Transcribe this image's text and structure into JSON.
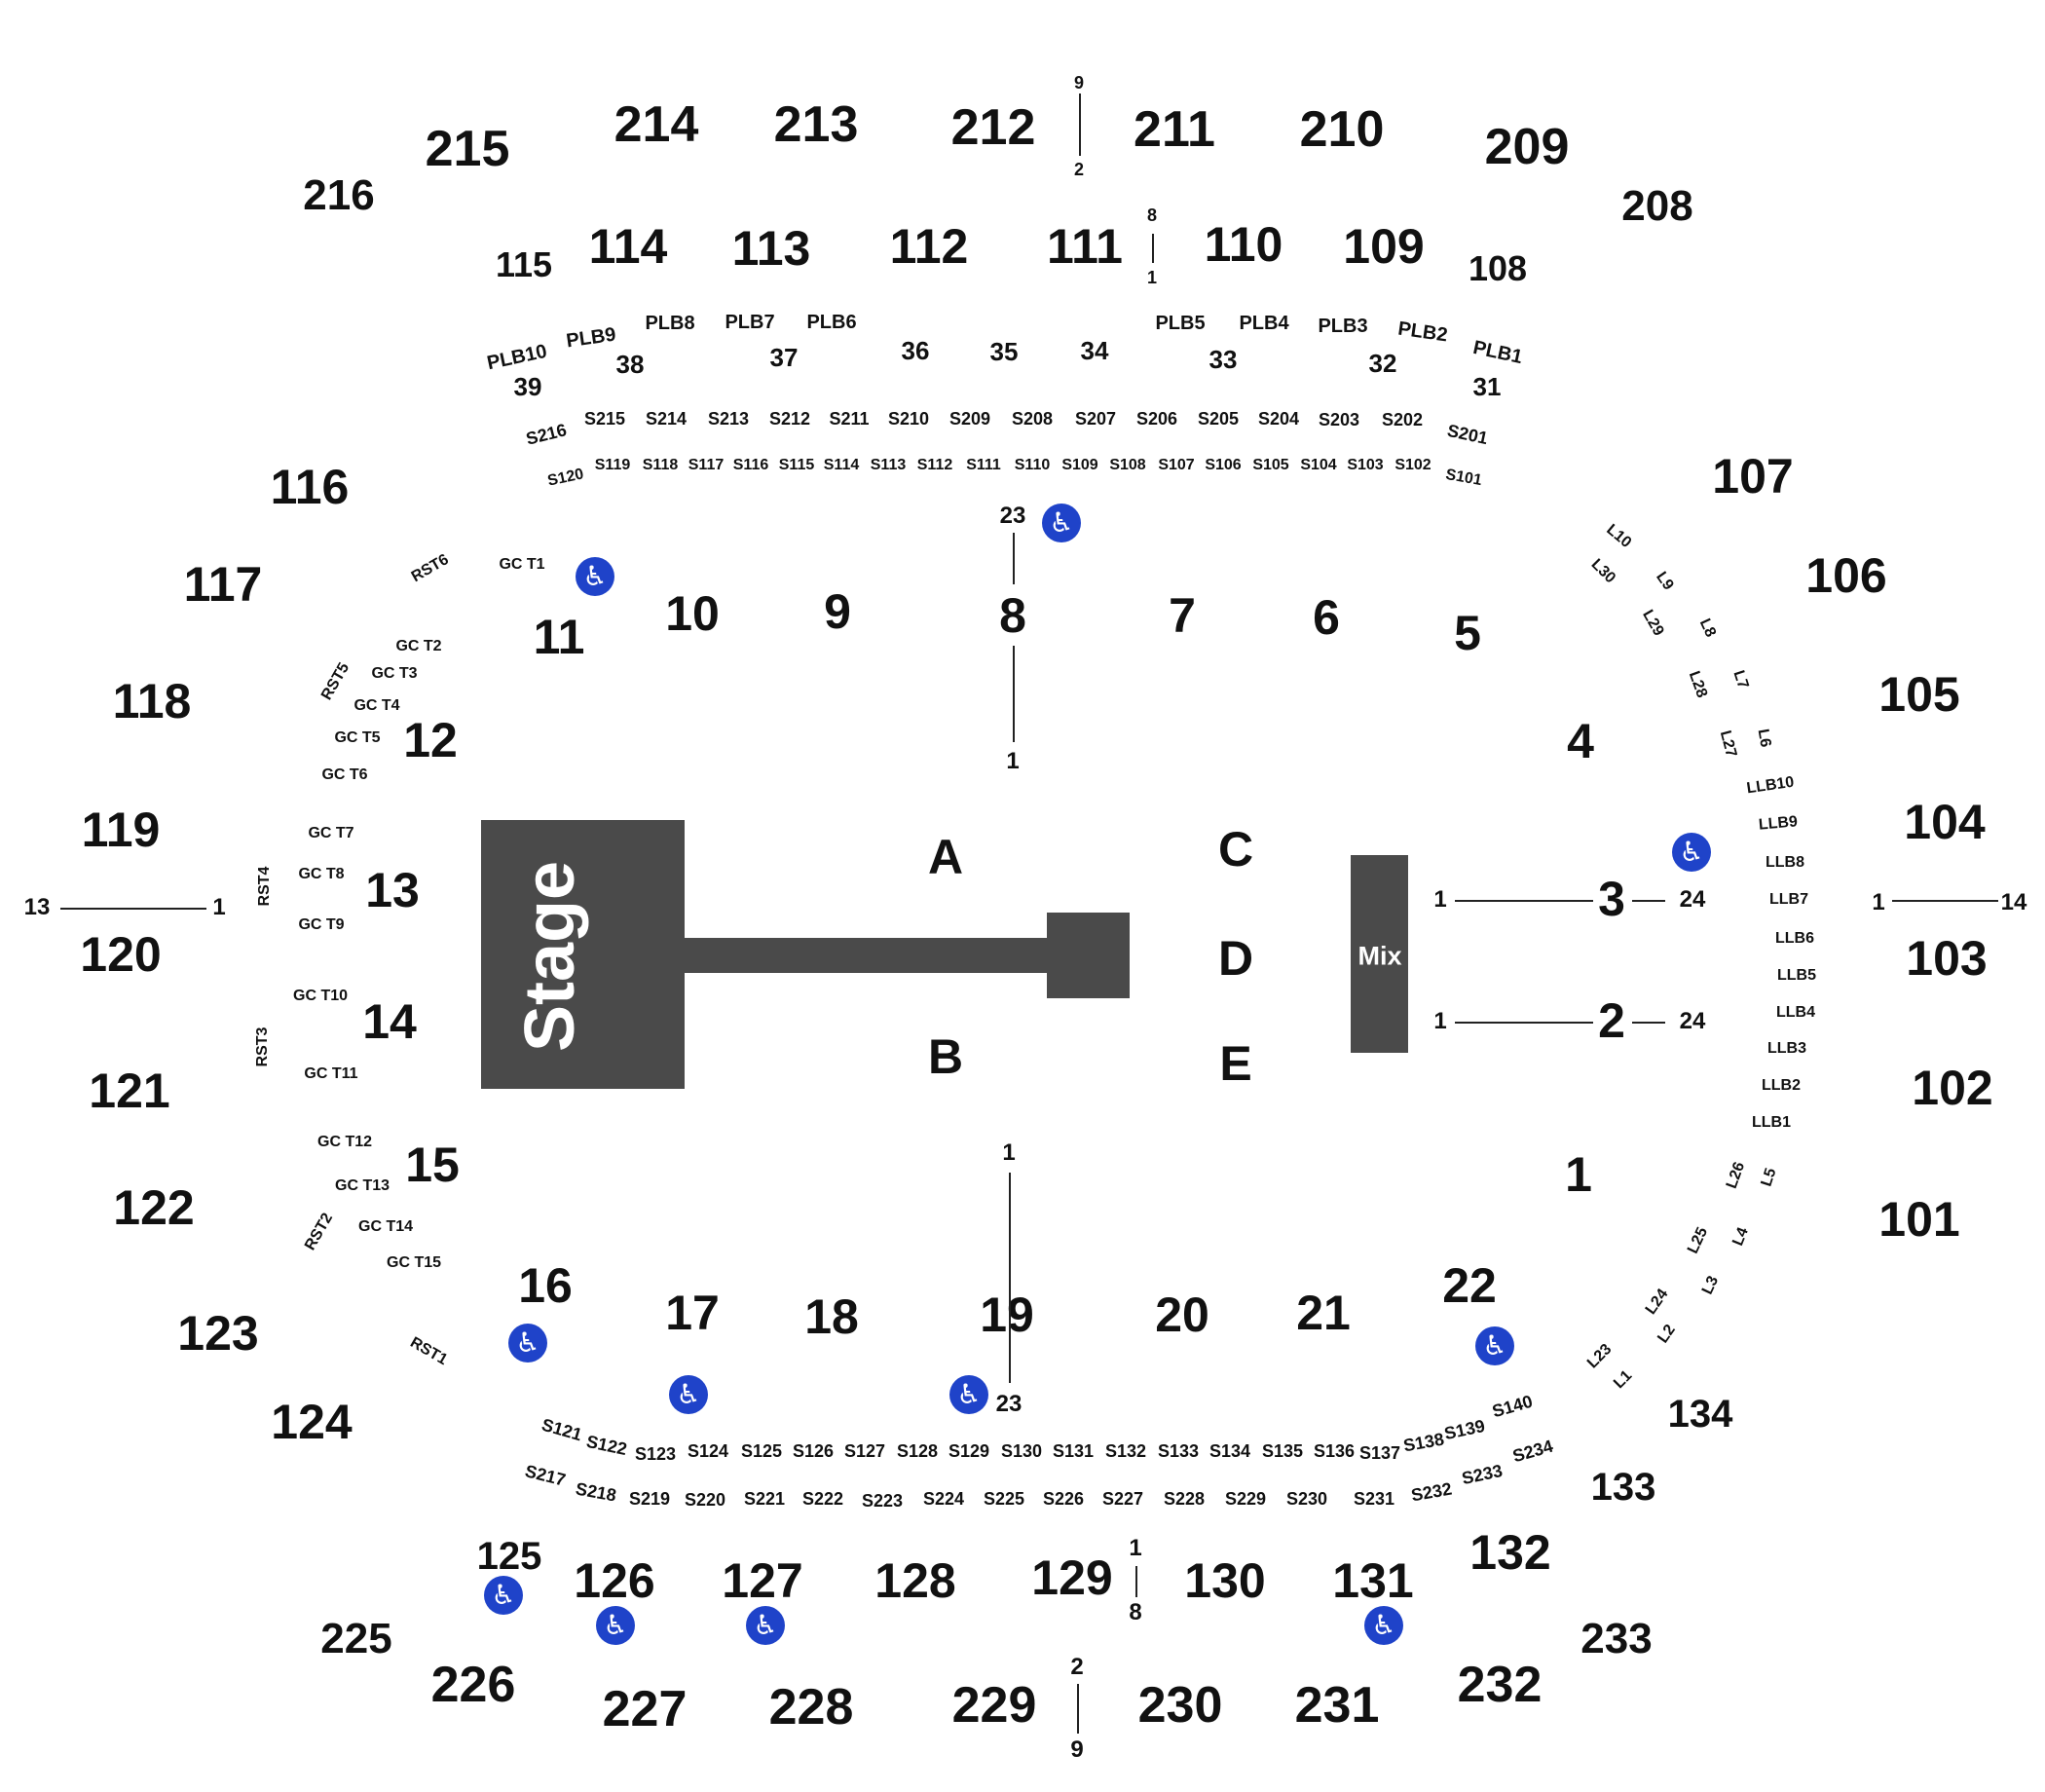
{
  "floor": {
    "stage_label": "Stage",
    "mix_label": "Mix",
    "sections": [
      "A",
      "B",
      "C",
      "D",
      "E"
    ]
  },
  "sections_200": [
    "216",
    "215",
    "214",
    "213",
    "212",
    "211",
    "210",
    "209",
    "208",
    "225",
    "226",
    "227",
    "228",
    "229",
    "230",
    "231",
    "232",
    "233"
  ],
  "sections_100": [
    "115",
    "114",
    "113",
    "112",
    "111",
    "110",
    "109",
    "108",
    "116",
    "117",
    "118",
    "119",
    "120",
    "121",
    "122",
    "123",
    "124",
    "107",
    "106",
    "105",
    "104",
    "103",
    "102",
    "101",
    "125",
    "126",
    "127",
    "128",
    "129",
    "130",
    "131",
    "132",
    "133",
    "134"
  ],
  "plb": [
    "PLB10",
    "PLB9",
    "PLB8",
    "PLB7",
    "PLB6",
    "PLB5",
    "PLB4",
    "PLB3",
    "PLB2",
    "PLB1"
  ],
  "top_box_numbers": [
    "39",
    "38",
    "37",
    "36",
    "35",
    "34",
    "33",
    "32",
    "31"
  ],
  "suites_top_row1": [
    "S216",
    "S215",
    "S214",
    "S213",
    "S212",
    "S211",
    "S210",
    "S209",
    "S208",
    "S207",
    "S206",
    "S205",
    "S204",
    "S203",
    "S202",
    "S201"
  ],
  "suites_top_row2": [
    "S120",
    "S119",
    "S118",
    "S117",
    "S116",
    "S115",
    "S114",
    "S113",
    "S112",
    "S111",
    "S110",
    "S109",
    "S108",
    "S107",
    "S106",
    "S105",
    "S104",
    "S103",
    "S102",
    "S101"
  ],
  "suites_bottom_row1": [
    "S121",
    "S122",
    "S123",
    "S124",
    "S125",
    "S126",
    "S127",
    "S128",
    "S129",
    "S130",
    "S131",
    "S132",
    "S133",
    "S134",
    "S135",
    "S136",
    "S137",
    "S138",
    "S139",
    "S140"
  ],
  "suites_bottom_row2": [
    "S217",
    "S218",
    "S219",
    "S220",
    "S221",
    "S222",
    "S223",
    "S224",
    "S225",
    "S226",
    "S227",
    "S228",
    "S229",
    "S230",
    "S231",
    "S232",
    "S233",
    "S234"
  ],
  "floor_sections": [
    "11",
    "10",
    "9",
    "8",
    "7",
    "6",
    "5",
    "4",
    "12",
    "13",
    "14",
    "15",
    "16",
    "17",
    "18",
    "19",
    "20",
    "21",
    "22",
    "1",
    "3",
    "2"
  ],
  "left_boxes": [
    "RST6",
    "RST5",
    "RST4",
    "RST3",
    "RST2",
    "RST1",
    "GC T1",
    "GC T2",
    "GC T3",
    "GC T4",
    "GC T5",
    "GC T6",
    "GC T7",
    "GC T8",
    "GC T9",
    "GC T10",
    "GC T11",
    "GC T12",
    "GC T13",
    "GC T14",
    "GC T15"
  ],
  "right_boxes": [
    "L10",
    "L30",
    "L9",
    "L29",
    "L8",
    "L28",
    "L7",
    "L27",
    "L6",
    "LLB10",
    "LLB9",
    "LLB8",
    "LLB7",
    "LLB6",
    "LLB5",
    "LLB4",
    "LLB3",
    "LLB2",
    "LLB1",
    "L26",
    "L5",
    "L25",
    "L4",
    "L3",
    "L24",
    "L2",
    "L23",
    "L1"
  ],
  "row_markers": [
    "9",
    "2",
    "8",
    "1",
    "23",
    "1",
    "1",
    "23",
    "13",
    "1",
    "1",
    "24",
    "1",
    "24",
    "1",
    "14",
    "1",
    "8",
    "2",
    "9"
  ],
  "accessible_icon": "wheelchair-icon"
}
